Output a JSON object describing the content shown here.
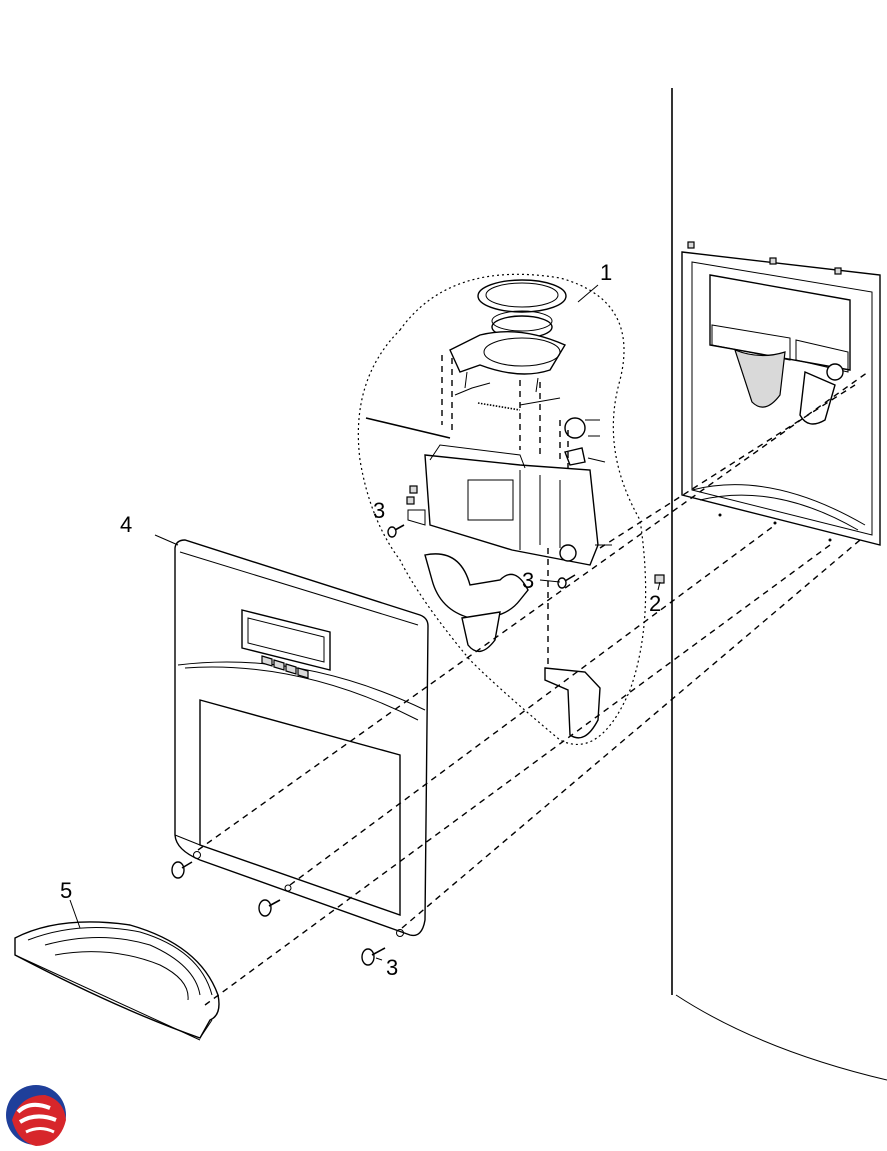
{
  "diagram": {
    "callouts": [
      {
        "id": "1",
        "label": "1"
      },
      {
        "id": "2",
        "label": "2"
      },
      {
        "id": "3a",
        "label": "3"
      },
      {
        "id": "3b",
        "label": "3"
      },
      {
        "id": "3c",
        "label": "3"
      },
      {
        "id": "4",
        "label": "4"
      },
      {
        "id": "5",
        "label": "5"
      }
    ],
    "parts": [
      "dispenser-assembly",
      "clip",
      "screw",
      "dispenser-cover-panel",
      "drip-tray"
    ],
    "logo": {
      "colors": {
        "blue": "#1f3f9a",
        "red": "#d7262b"
      }
    }
  }
}
